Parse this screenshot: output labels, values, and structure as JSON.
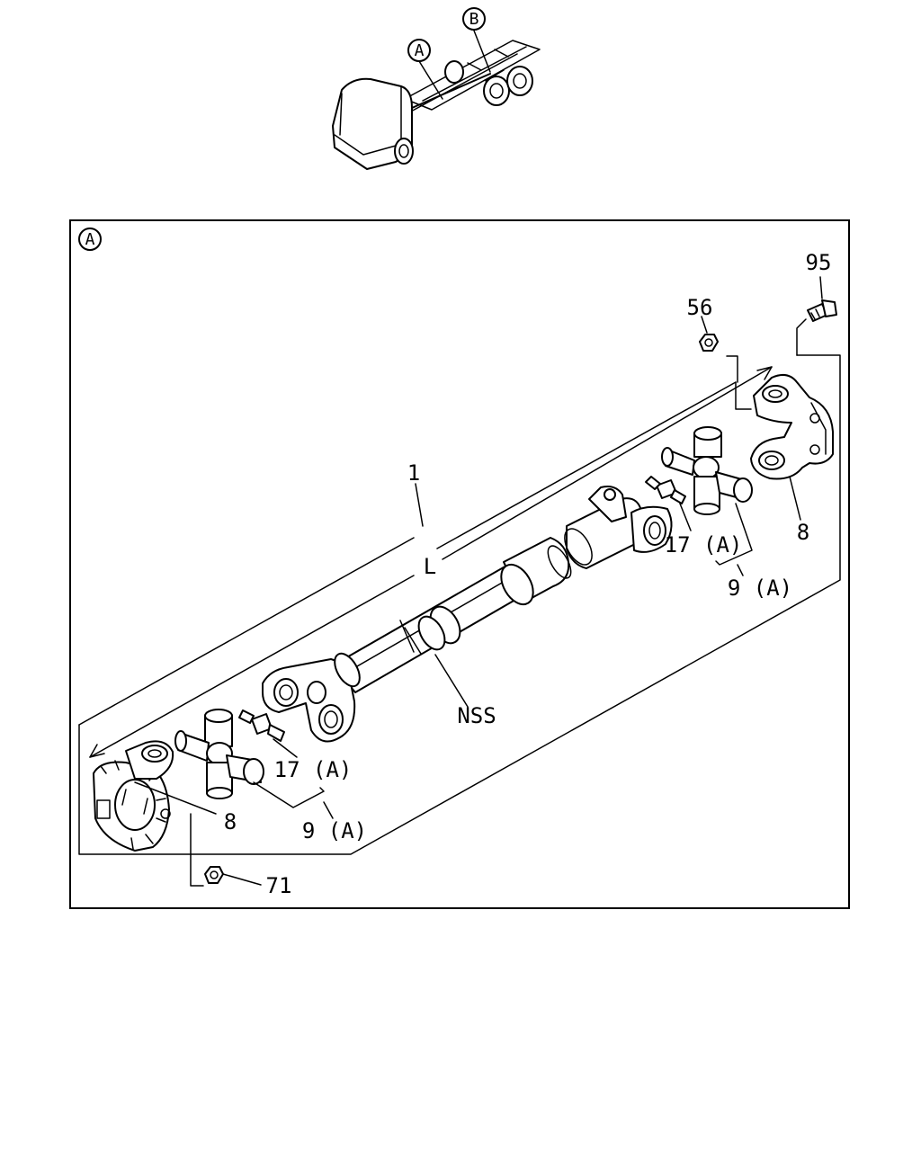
{
  "overview": {
    "callout_a": "A",
    "callout_b": "B"
  },
  "detail": {
    "section_marker": "A"
  },
  "labels": {
    "shaft_assembly": "1",
    "length": "L",
    "slip_joint": "NSS",
    "bolt": "95",
    "nut_top": "56",
    "nut_bottom": "71",
    "flange_yoke_right": "8",
    "flange_yoke_left": "8",
    "grease_nipple_right": "17 (A)",
    "grease_nipple_left": "17 (A)",
    "spider_kit_right": "9 (A)",
    "spider_kit_left": "9 (A)"
  }
}
